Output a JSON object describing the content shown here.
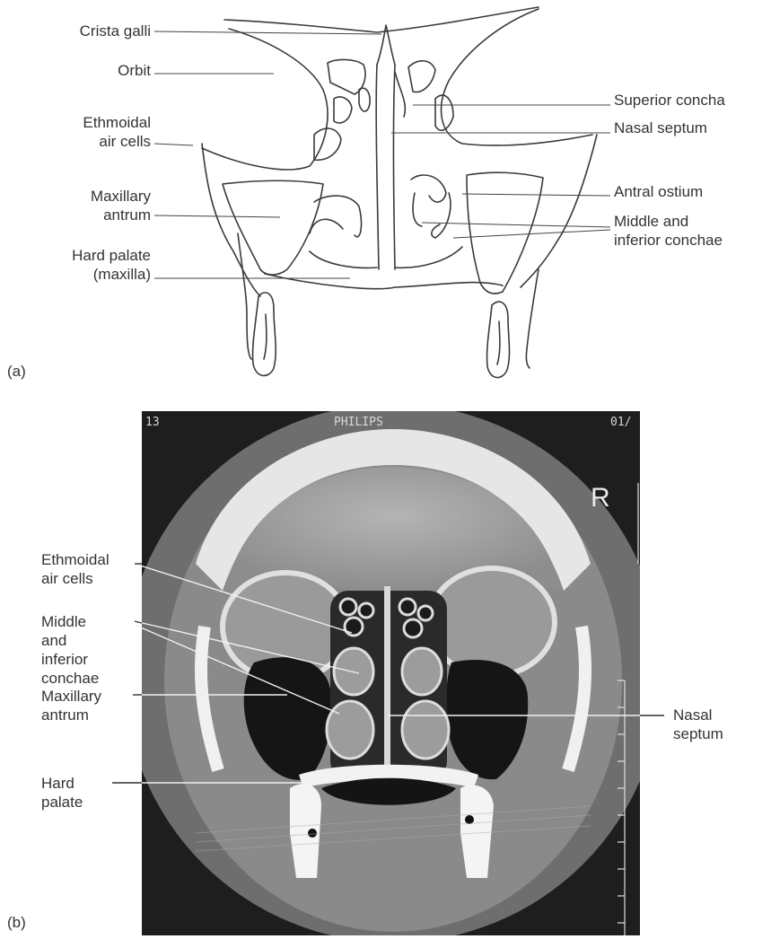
{
  "panel_a": {
    "letter": "(a)",
    "left_labels": {
      "crista_galli": "Crista galli",
      "orbit": "Orbit",
      "ethmoidal_1": "Ethmoidal",
      "ethmoidal_2": "air cells",
      "maxillary_1": "Maxillary",
      "maxillary_2": "antrum",
      "hard_palate_1": "Hard palate",
      "hard_palate_2": "(maxilla)"
    },
    "right_labels": {
      "superior_concha": "Superior concha",
      "nasal_septum": "Nasal septum",
      "antral_ostium": "Antral ostium",
      "conchae_1": "Middle and",
      "conchae_2": "inferior conchae"
    }
  },
  "panel_b": {
    "letter": "(b)",
    "scan_header": "PHILIPS",
    "scan_left": "13",
    "scan_right": "01/",
    "orientation": "R",
    "left_labels": {
      "ethmoidal_1": "Ethmoidal",
      "ethmoidal_2": "air cells",
      "conchae_1": "Middle",
      "conchae_2": "and",
      "conchae_3": "inferior",
      "conchae_4": "conchae",
      "maxillary_1": "Maxillary",
      "maxillary_2": "antrum",
      "hard_1": "Hard",
      "hard_2": "palate"
    },
    "right_labels": {
      "septum_1": "Nasal",
      "septum_2": "septum"
    }
  }
}
